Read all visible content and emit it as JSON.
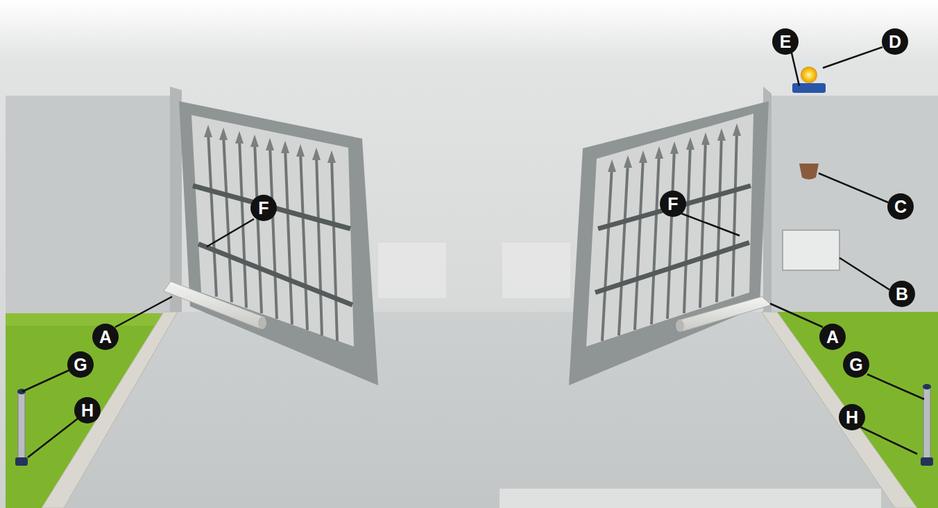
{
  "diagram": {
    "labels": [
      "E",
      "D",
      "F",
      "F",
      "C",
      "B",
      "A",
      "A",
      "G",
      "G",
      "H",
      "H"
    ]
  }
}
